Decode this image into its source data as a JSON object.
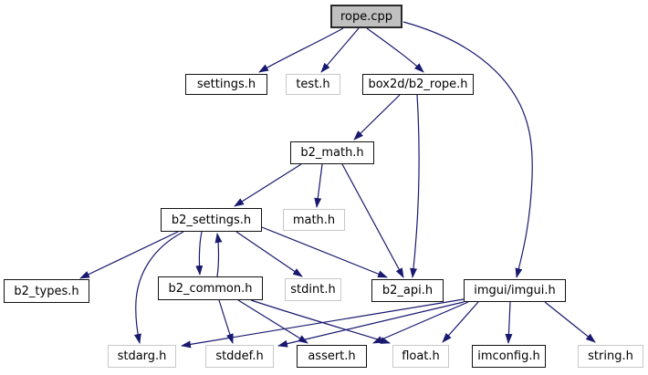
{
  "diagram": {
    "kind": "include-dependency-graph",
    "colors": {
      "edge": "#191970",
      "root_fill": "#c0c0c0",
      "node_fill": "#ffffff",
      "linked_border": "#000000",
      "external_border": "#c8c8c8",
      "text": "#000000",
      "background": "#ffffff"
    },
    "nodes": [
      {
        "id": "rope_cpp",
        "label": "rope.cpp",
        "kind": "root"
      },
      {
        "id": "settings_h",
        "label": "settings.h",
        "kind": "linked"
      },
      {
        "id": "test_h",
        "label": "test.h",
        "kind": "external"
      },
      {
        "id": "box2d_b2_rope_h",
        "label": "box2d/b2_rope.h",
        "kind": "linked"
      },
      {
        "id": "b2_math_h",
        "label": "b2_math.h",
        "kind": "linked"
      },
      {
        "id": "b2_settings_h",
        "label": "b2_settings.h",
        "kind": "linked"
      },
      {
        "id": "math_h",
        "label": "math.h",
        "kind": "external"
      },
      {
        "id": "b2_types_h",
        "label": "b2_types.h",
        "kind": "linked"
      },
      {
        "id": "b2_common_h",
        "label": "b2_common.h",
        "kind": "linked"
      },
      {
        "id": "stdint_h",
        "label": "stdint.h",
        "kind": "external"
      },
      {
        "id": "b2_api_h",
        "label": "b2_api.h",
        "kind": "linked"
      },
      {
        "id": "imgui_imgui_h",
        "label": "imgui/imgui.h",
        "kind": "linked"
      },
      {
        "id": "stdarg_h",
        "label": "stdarg.h",
        "kind": "external"
      },
      {
        "id": "stddef_h",
        "label": "stddef.h",
        "kind": "external"
      },
      {
        "id": "assert_h",
        "label": "assert.h",
        "kind": "linked"
      },
      {
        "id": "float_h",
        "label": "float.h",
        "kind": "external"
      },
      {
        "id": "imconfig_h",
        "label": "imconfig.h",
        "kind": "linked"
      },
      {
        "id": "string_h",
        "label": "string.h",
        "kind": "external"
      }
    ],
    "edges": [
      {
        "from": "rope.cpp",
        "to": "settings.h"
      },
      {
        "from": "rope.cpp",
        "to": "test.h"
      },
      {
        "from": "rope.cpp",
        "to": "box2d/b2_rope.h"
      },
      {
        "from": "rope.cpp",
        "to": "imgui/imgui.h"
      },
      {
        "from": "box2d/b2_rope.h",
        "to": "b2_math.h"
      },
      {
        "from": "box2d/b2_rope.h",
        "to": "b2_api.h"
      },
      {
        "from": "b2_math.h",
        "to": "b2_settings.h"
      },
      {
        "from": "b2_math.h",
        "to": "math.h"
      },
      {
        "from": "b2_math.h",
        "to": "b2_api.h"
      },
      {
        "from": "b2_settings.h",
        "to": "b2_types.h"
      },
      {
        "from": "b2_settings.h",
        "to": "stdarg.h"
      },
      {
        "from": "b2_settings.h",
        "to": "b2_common.h"
      },
      {
        "from": "b2_common.h",
        "to": "b2_settings.h"
      },
      {
        "from": "b2_settings.h",
        "to": "stdint.h"
      },
      {
        "from": "b2_settings.h",
        "to": "b2_api.h"
      },
      {
        "from": "b2_common.h",
        "to": "stddef.h"
      },
      {
        "from": "b2_common.h",
        "to": "assert.h"
      },
      {
        "from": "b2_common.h",
        "to": "float.h"
      },
      {
        "from": "imgui/imgui.h",
        "to": "stdarg.h"
      },
      {
        "from": "imgui/imgui.h",
        "to": "stddef.h"
      },
      {
        "from": "imgui/imgui.h",
        "to": "assert.h"
      },
      {
        "from": "imgui/imgui.h",
        "to": "float.h"
      },
      {
        "from": "imgui/imgui.h",
        "to": "imconfig.h"
      },
      {
        "from": "imgui/imgui.h",
        "to": "string.h"
      }
    ]
  }
}
